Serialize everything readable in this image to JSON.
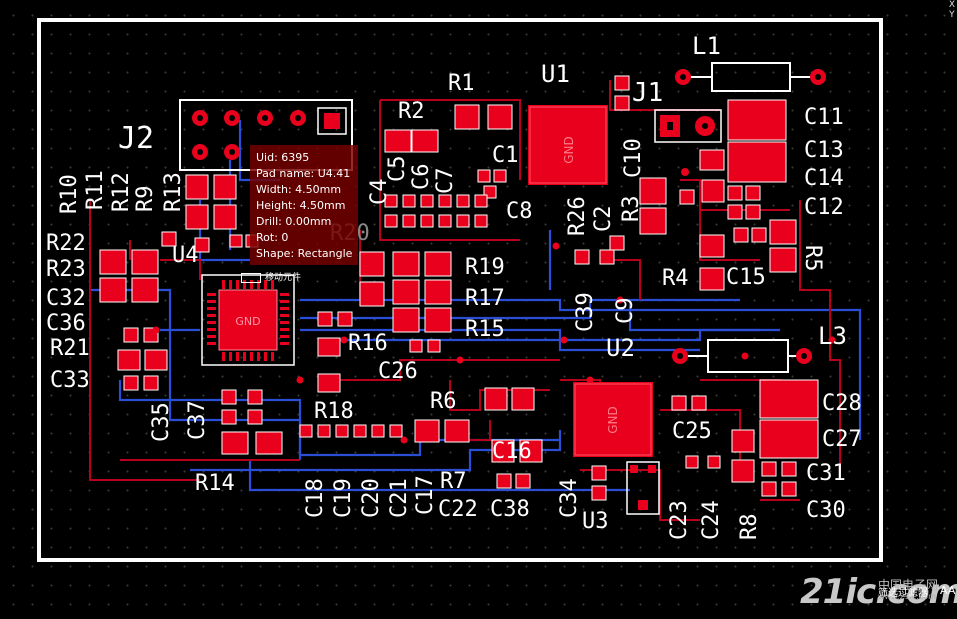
{
  "tooltip": {
    "uid": "Uid: 6395",
    "pad_name": "Pad name: U4.41",
    "width": "Width: 4.50mm",
    "height": "Height: 4.50mm",
    "drill": "Drill: 0.00mm",
    "rot": "Rot: 0",
    "shape": "Shape: Rectangle"
  },
  "move_button": "移动元件",
  "top_right_glyphs": [
    "X",
    "Y"
  ],
  "filter_label": "筛选过滤器",
  "text_size_label": "AA",
  "watermark": {
    "brand": "21ic.com",
    "cn": "中国电子网",
    "url": "www.21ic.com"
  },
  "designators": {
    "J2": "J2",
    "J1": "J1",
    "L1": "L1",
    "L3": "L3",
    "U1": "U1",
    "U2": "U2",
    "U3": "U3",
    "U4": "U4",
    "R1": "R1",
    "R2": "R2",
    "R3": "R3",
    "R4": "R4",
    "R5": "R5",
    "R6": "R6",
    "R7": "R7",
    "R8": "R8",
    "R9": "R9",
    "R10": "R10",
    "R11": "R11",
    "R12": "R12",
    "R13": "R13",
    "R14": "R14",
    "R15": "R15",
    "R16": "R16",
    "R17": "R17",
    "R18": "R18",
    "R19": "R19",
    "R20": "R20",
    "R21": "R21",
    "R22": "R22",
    "R23": "R23",
    "R26": "R26",
    "C1": "C1",
    "C2": "C2",
    "C4": "C4",
    "C5": "C5",
    "C6": "C6",
    "C7": "C7",
    "C8": "C8",
    "C9": "C9",
    "C10": "C10",
    "C11": "C11",
    "C12": "C12",
    "C13": "C13",
    "C14": "C14",
    "C15": "C15",
    "C16": "C16",
    "C17": "C17",
    "C18": "C18",
    "C19": "C19",
    "C20": "C20",
    "C21": "C21",
    "C22": "C22",
    "C23": "C23",
    "C24": "C24",
    "C25": "C25",
    "C26": "C26",
    "C27": "C27",
    "C28": "C28",
    "C30": "C30",
    "C31": "C31",
    "C32": "C32",
    "C33": "C33",
    "C34": "C34",
    "C35": "C35",
    "C36": "C36",
    "C37": "C37",
    "C38": "C38",
    "C39": "C39"
  },
  "pad_net_label": "GND",
  "colors": {
    "pad": "#e8001c",
    "board_outline": "#ffffff",
    "bottom_trace": "#2a4fd6",
    "top_trace": "#c0001a",
    "tooltip_bg": "#780000"
  }
}
